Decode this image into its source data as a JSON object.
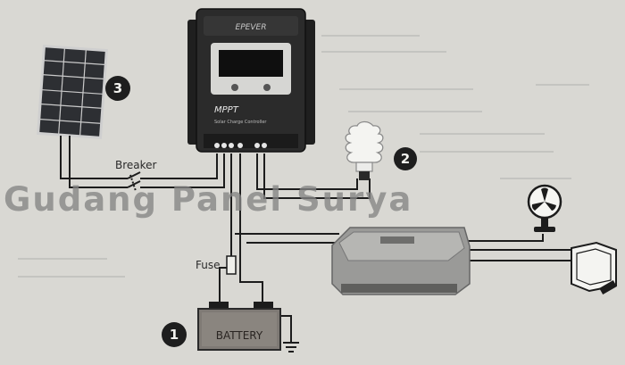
{
  "diagram": {
    "controller": {
      "brand": "EPEVER",
      "model": "MPPT",
      "subtitle": "Solar Charge Controller"
    },
    "components": {
      "battery": {
        "number": "1",
        "label": "BATTERY"
      },
      "load_bulb": {
        "number": "2"
      },
      "solar_panel": {
        "number": "3"
      }
    },
    "labels": {
      "breaker": "Breaker",
      "fuse": "Fuse"
    },
    "watermark": "Gudang Panel Surya",
    "colors": {
      "background": "#d9d8d3",
      "wire": "#1c1c1c",
      "controller_body": "#2b2b2b",
      "badge": "#1e1e1e"
    }
  }
}
